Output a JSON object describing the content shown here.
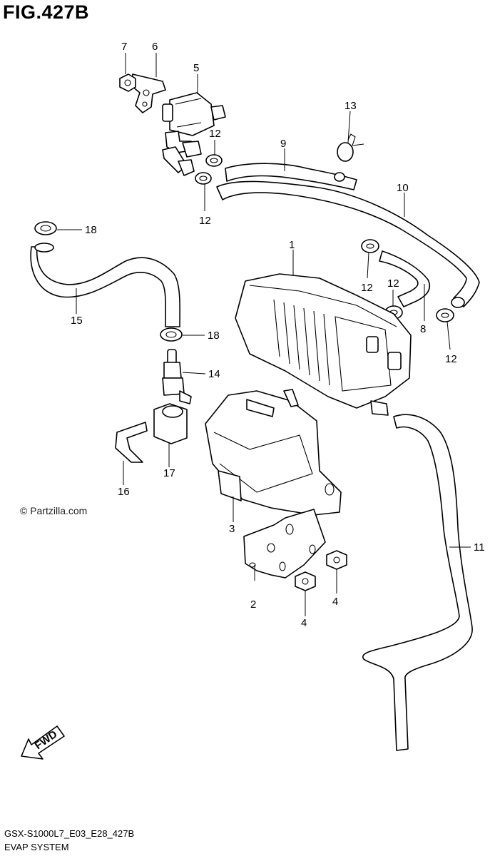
{
  "figure": {
    "title": "FIG.427B"
  },
  "watermark": "© Partzilla.com",
  "footer": {
    "code": "GSX-S1000L7_E03_E28_427B",
    "name": "EVAP SYSTEM"
  },
  "fwd_label": "FWD",
  "callouts": [
    "1",
    "2",
    "3",
    "4",
    "4",
    "5",
    "6",
    "7",
    "8",
    "9",
    "10",
    "11",
    "12",
    "12",
    "12",
    "12",
    "12",
    "13",
    "14",
    "15",
    "16",
    "17",
    "18",
    "18"
  ],
  "icons": {
    "fwd_arrow": "fwd-arrow-icon"
  }
}
